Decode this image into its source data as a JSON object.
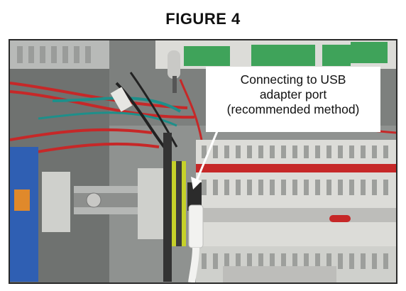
{
  "figure": {
    "title": "FIGURE 4"
  },
  "callout": {
    "line1": "Connecting to USB",
    "line2": "adapter port",
    "line3": "(recommended method)"
  },
  "photo": {
    "subject": "control-panel-interior",
    "colors": {
      "panel": "#8f9290",
      "terminal": "#d9d9d6",
      "red_wire": "#c62828",
      "green_terminal": "#3fa35a",
      "yellow_terminal": "#c6d12a",
      "blue_block": "#2f5fb3",
      "orange_block": "#e0892b",
      "usb_cable": "#f2f2f0",
      "arrow": "#ffffff"
    }
  }
}
